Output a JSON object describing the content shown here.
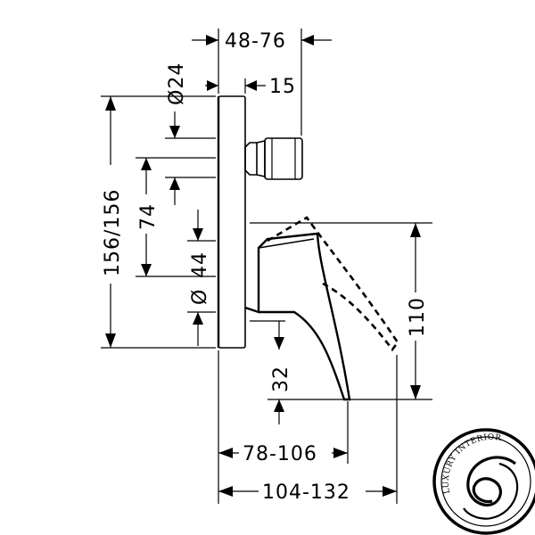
{
  "dimensions": {
    "top_width": "48-76",
    "diameter_top": "Ø24",
    "offset_15": "15",
    "height_total": "156/156",
    "spacing_74": "74",
    "spacing_44": "44",
    "diameter_bottom": "Ø",
    "height_110": "110",
    "drop_32": "32",
    "depth_78_106": "78-106",
    "depth_104_132": "104-132"
  },
  "logo": {
    "text": "LUXURY INTERIORS"
  }
}
